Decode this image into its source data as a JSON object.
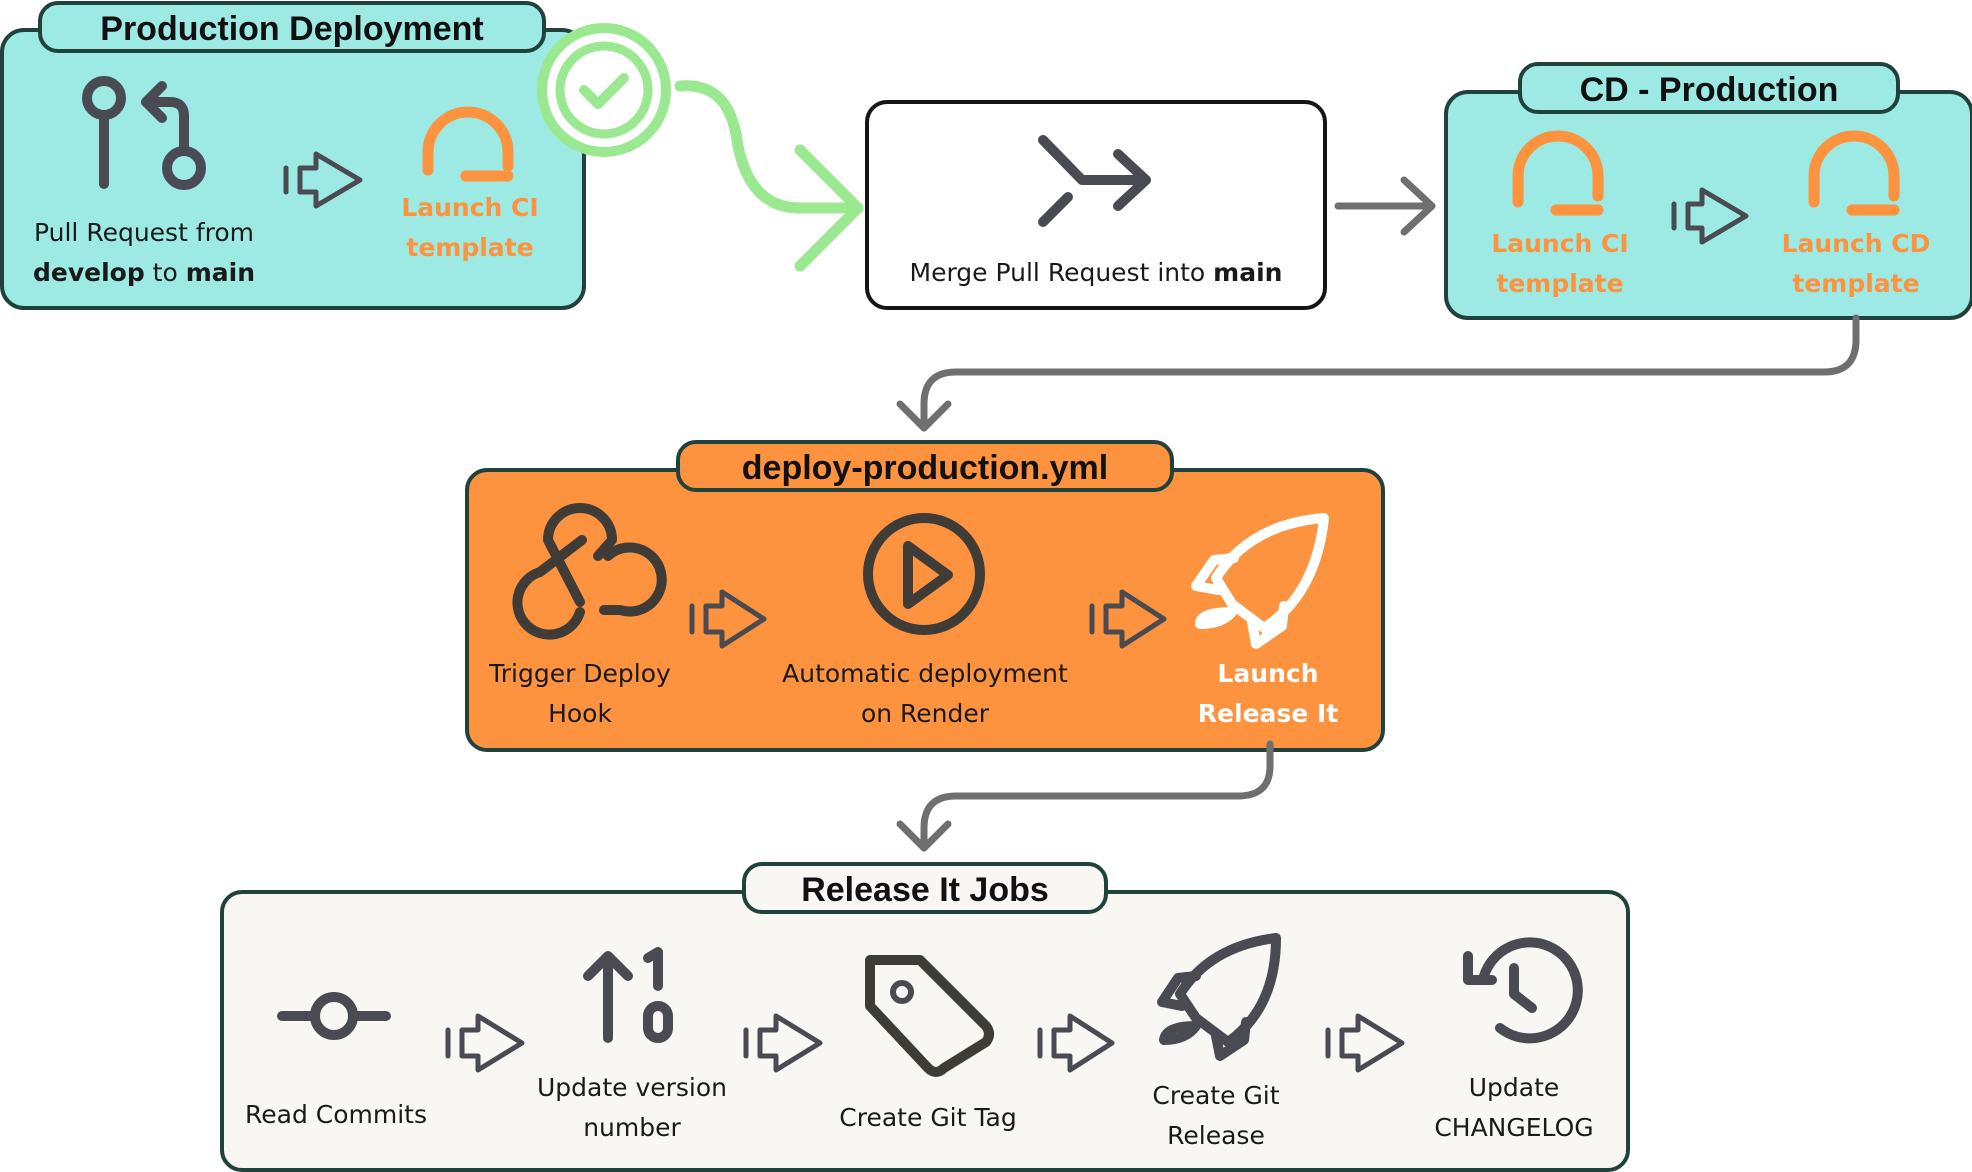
{
  "production_deployment": {
    "title": "Production Deployment",
    "pull_request_line1": "Pull Request from",
    "pull_request_from": "develop",
    "pull_request_to_word": "to",
    "pull_request_to": "main",
    "launch_ci_line1": "Launch CI",
    "launch_ci_line2": "template"
  },
  "merge": {
    "prefix": "Merge Pull Request into",
    "branch": "main"
  },
  "cd_production": {
    "title": "CD - Production",
    "launch_ci_line1": "Launch CI",
    "launch_ci_line2": "template",
    "launch_cd_line1": "Launch CD",
    "launch_cd_line2": "template"
  },
  "deploy_production": {
    "title": "deploy-production.yml",
    "trigger_line1": "Trigger Deploy",
    "trigger_line2": "Hook",
    "render_line1": "Automatic deployment",
    "render_line2": "on Render",
    "release_line1": "Launch",
    "release_line2": "Release It"
  },
  "release_it_jobs": {
    "title": "Release It Jobs",
    "read_commits": "Read Commits",
    "version_line1": "Update version",
    "version_line2": "number",
    "git_tag": "Create Git Tag",
    "git_release_line1": "Create Git",
    "git_release_line2": "Release",
    "changelog_line1": "Update",
    "changelog_line2": "CHANGELOG"
  },
  "colors": {
    "teal": "#9ceae3",
    "orange": "#fd923f",
    "cream": "#f9f7f3",
    "success_green": "#9ae890",
    "border": "#20413c"
  },
  "icons": [
    "git-pull-request-icon",
    "circle-arrow-icon",
    "merge-icon",
    "webhook-icon",
    "play-icon",
    "rocket-icon",
    "commit-icon",
    "sort-numeric-icon",
    "tag-icon",
    "history-icon",
    "check-circle-icon"
  ]
}
